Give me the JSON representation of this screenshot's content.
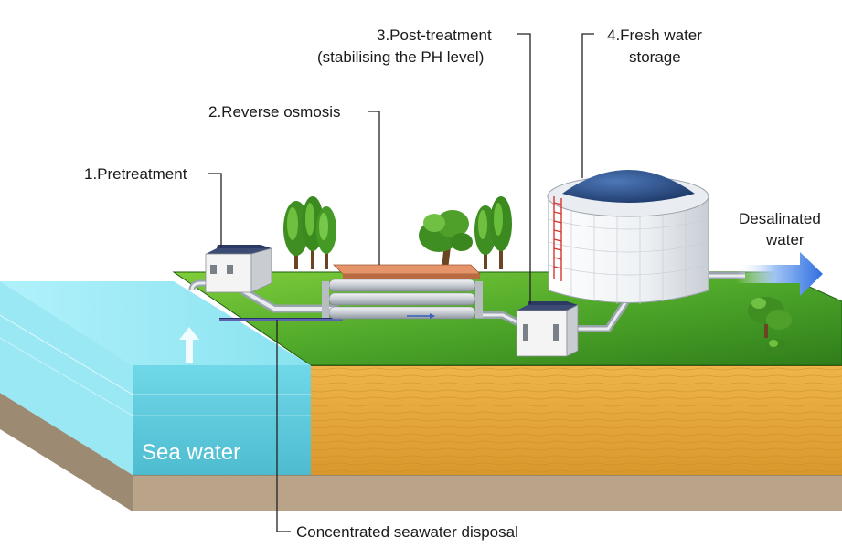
{
  "labels": {
    "pretreatment": "1.Pretreatment",
    "reverse_osmosis": "2.Reverse osmosis",
    "post_treatment_line1": "3.Post-treatment",
    "post_treatment_line2": "(stabilising the PH level)",
    "fresh_water_line1": "4.Fresh water",
    "fresh_water_line2": "storage",
    "desalinated_line1": "Desalinated",
    "desalinated_line2": "water",
    "sea_water": "Sea water",
    "disposal": "Concentrated seawater disposal"
  },
  "colors": {
    "sea": "#7fe3f2",
    "grass": "#3e9a22",
    "soil": "#e5a83a",
    "rock": "#b9a48a",
    "tank_dome": "#2e4f86",
    "arrow": "#4a86e8"
  }
}
